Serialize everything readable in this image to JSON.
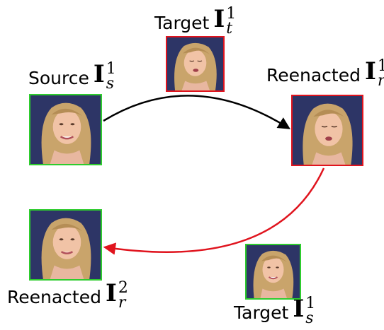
{
  "labels": {
    "source_1": {
      "word": "Source",
      "symbol": "I",
      "sup": "1",
      "sub": "s"
    },
    "target_t1": {
      "word": "Target",
      "symbol": "I",
      "sup": "1",
      "sub": "t"
    },
    "reenacted_1": {
      "word": "Reenacted",
      "symbol": "I",
      "sup": "1",
      "sub": "r"
    },
    "reenacted_2": {
      "word": "Reenacted",
      "symbol": "I",
      "sup": "2",
      "sub": "r"
    },
    "target_s1": {
      "word": "Target",
      "symbol": "I",
      "sup": "1",
      "sub": "s"
    }
  },
  "colors": {
    "green_border": "#2ecc2e",
    "red_border": "#e0141e",
    "forward_arrow": "#000000",
    "backward_arrow": "#e0141e",
    "background": "#2d3566",
    "hair": "#c9a46b",
    "skin": "#f1c3a6"
  }
}
